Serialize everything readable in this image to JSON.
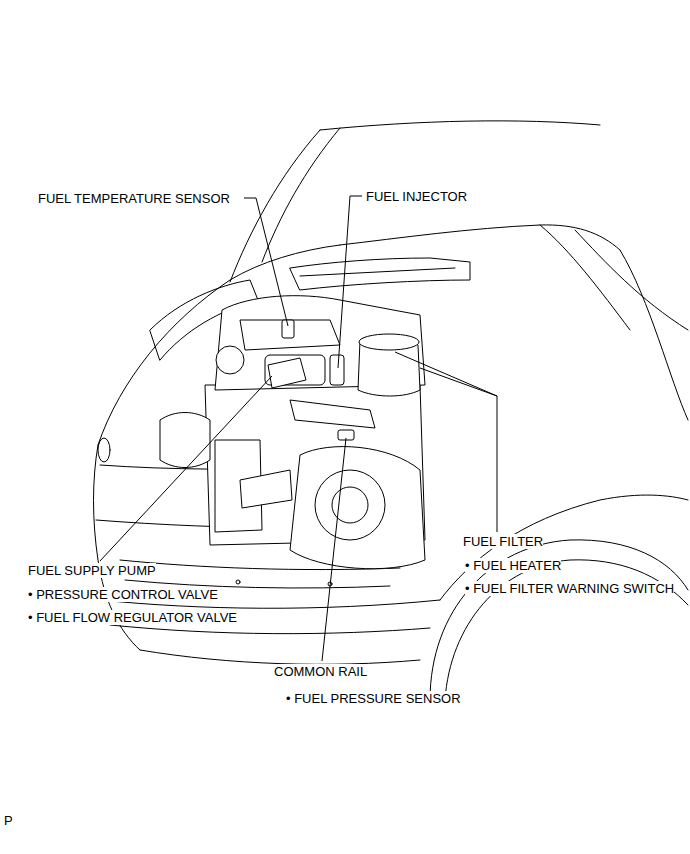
{
  "diagram": {
    "labels": [
      "FUEL TEMPERATURE SENSOR",
      "FUEL INJECTOR",
      "FUEL SUPPLY PUMP",
      "• PRESSURE CONTROL VALVE",
      "• FUEL FLOW REGULATOR VALVE",
      "COMMON RAIL",
      "• FUEL PRESSURE SENSOR",
      "FUEL FILTER",
      "• FUEL HEATER",
      "• FUEL FILTER WARNING SWITCH",
      "P"
    ]
  }
}
